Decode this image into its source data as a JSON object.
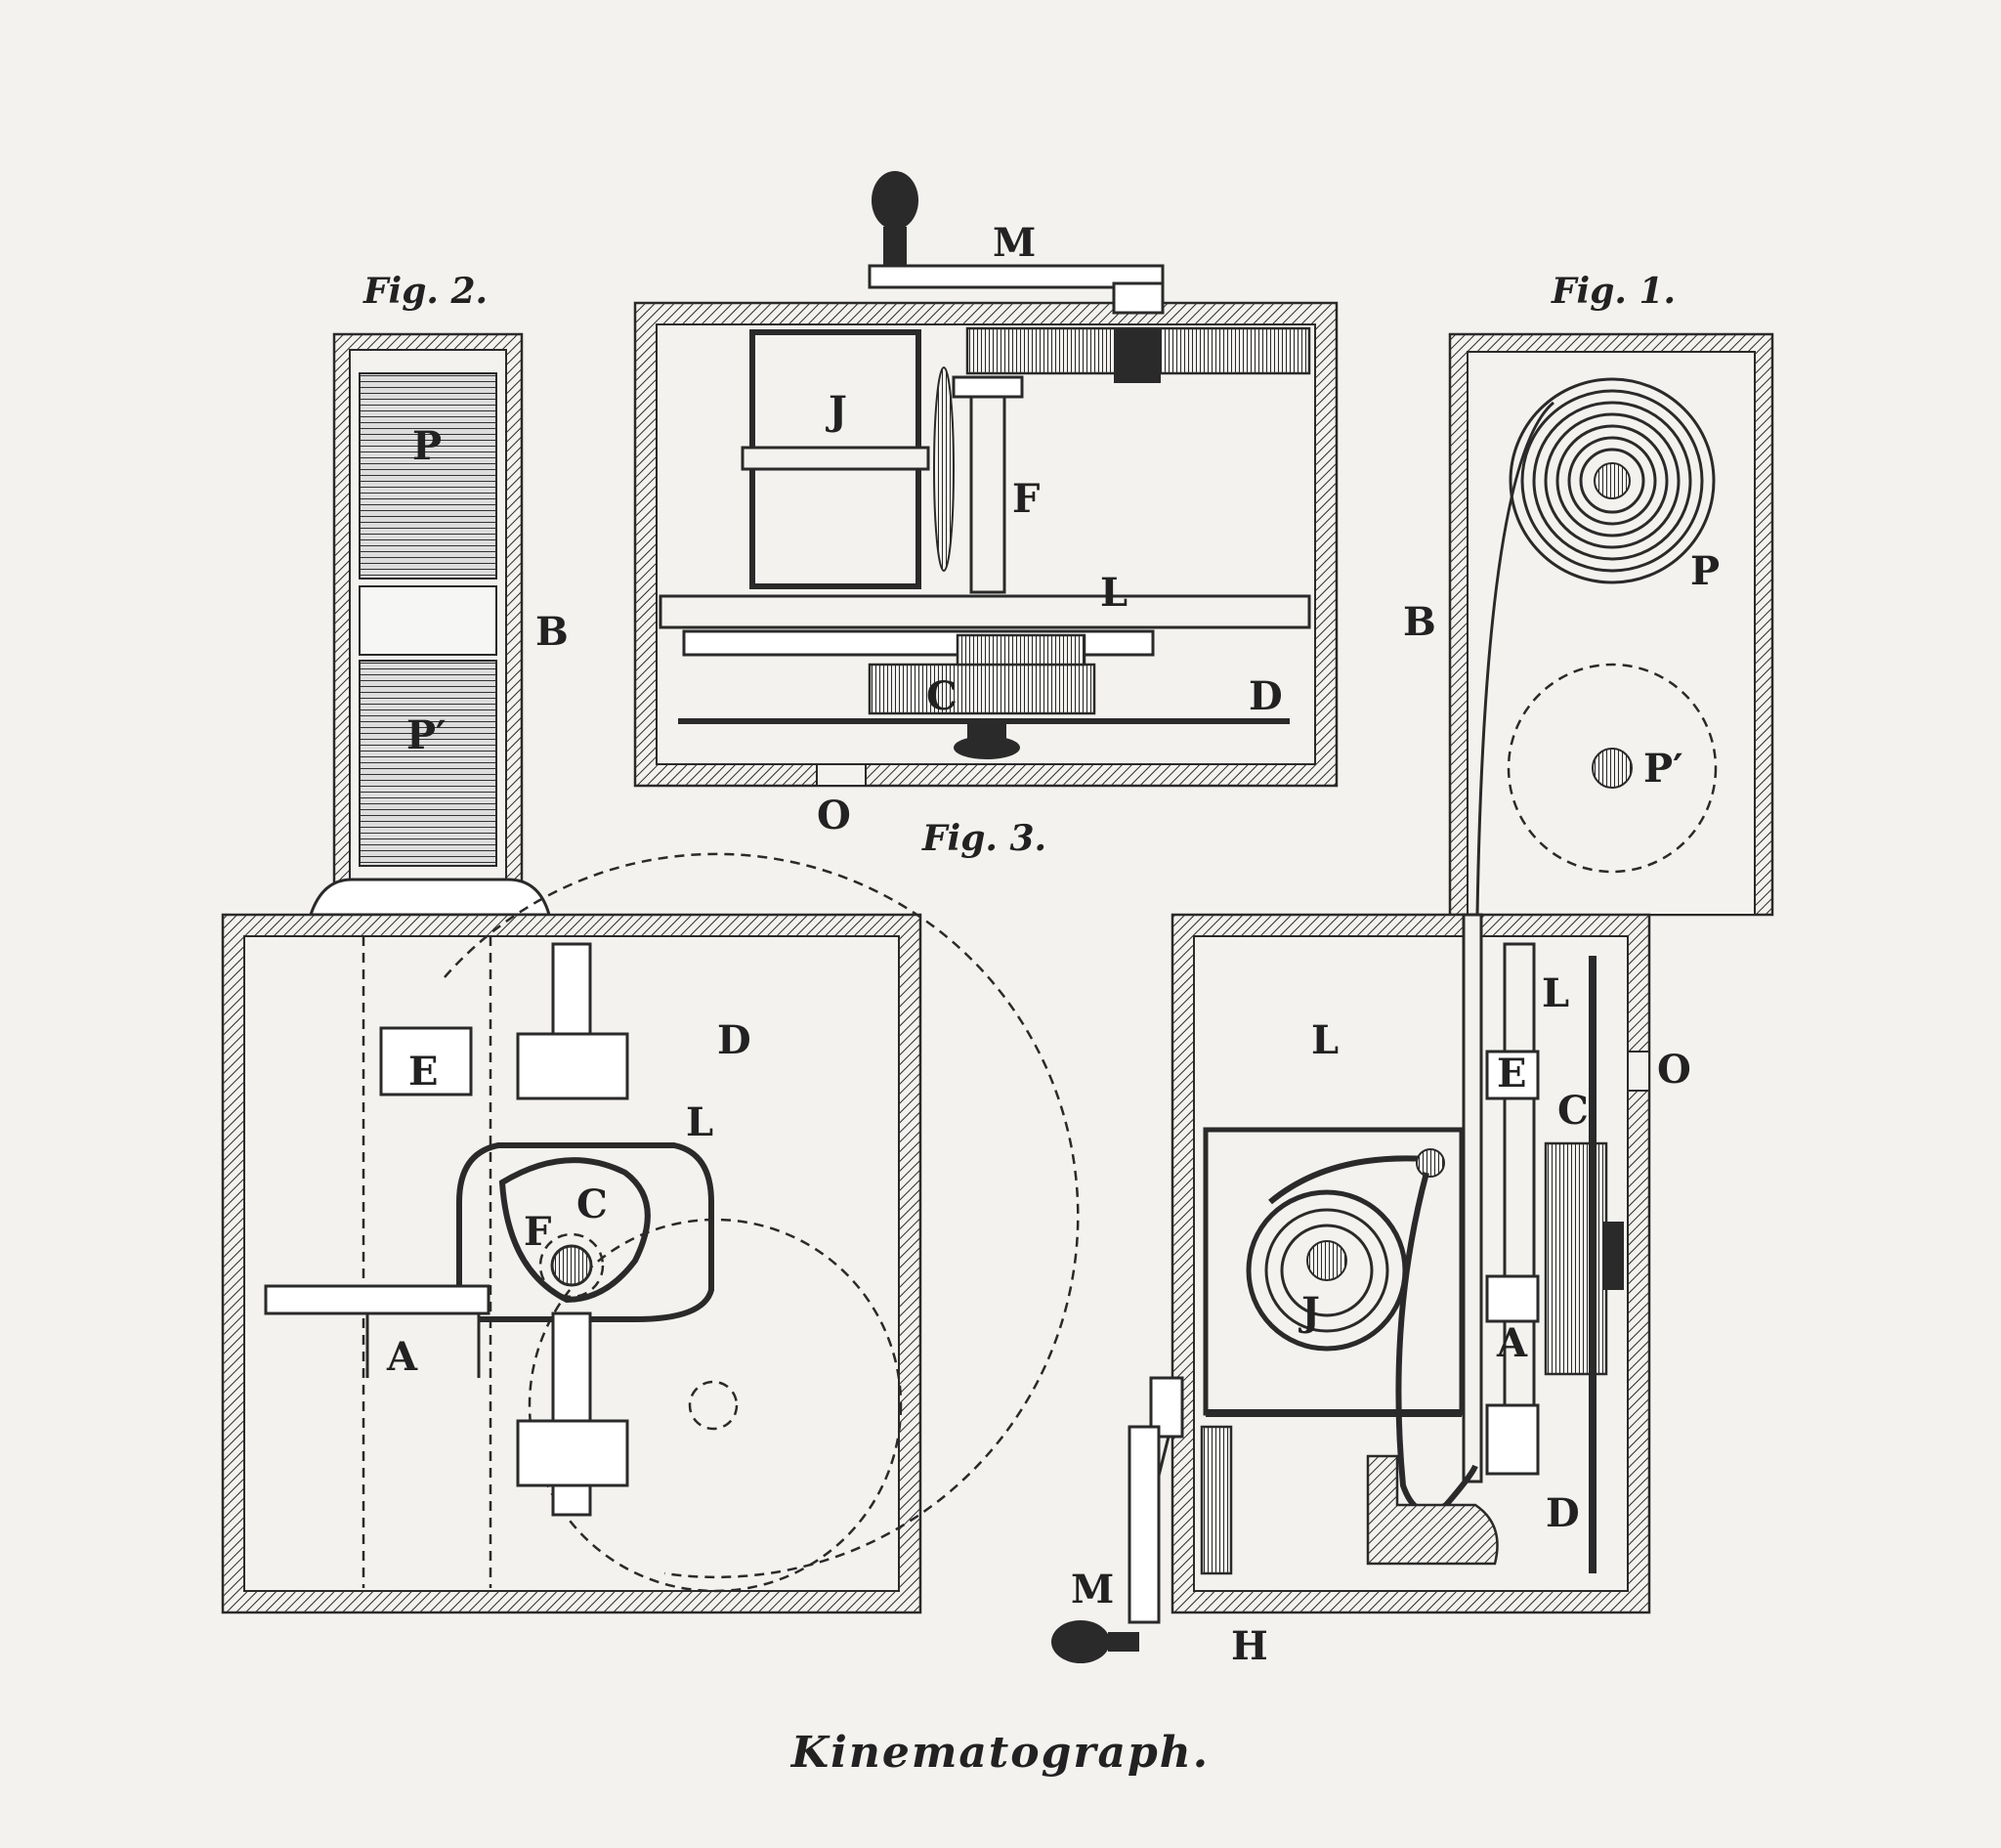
{
  "title": "Kinematograph.",
  "figures": {
    "fig1": {
      "caption": "Fig. 1.",
      "labels": {
        "P": "P",
        "P_prime": "P′",
        "B": "B",
        "L_upper": "L",
        "L_inner": "L",
        "O": "O",
        "E": "E",
        "C": "C",
        "J": "J",
        "A": "A",
        "D": "D",
        "M": "M",
        "H": "H"
      }
    },
    "fig2": {
      "caption": "Fig. 2.",
      "labels": {
        "P": "P",
        "P_prime": "P′",
        "B": "B",
        "E": "E",
        "D": "D",
        "L": "L",
        "C": "C",
        "F": "F",
        "A": "A"
      }
    },
    "fig3": {
      "caption": "Fig. 3.",
      "labels": {
        "M": "M",
        "J": "J",
        "F": "F",
        "L": "L",
        "C": "C",
        "D": "D",
        "O": "O"
      }
    }
  }
}
